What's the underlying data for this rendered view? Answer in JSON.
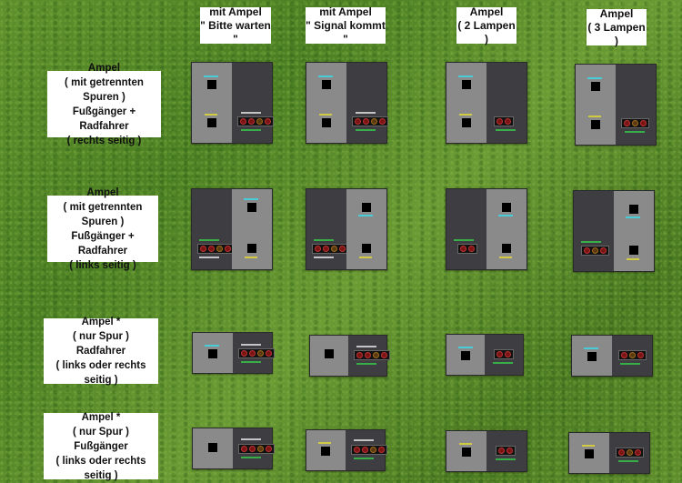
{
  "columns": [
    {
      "line1": "mit Ampel",
      "line2": "\" Bitte warten \""
    },
    {
      "line1": "mit Ampel",
      "line2": "\" Signal kommt \""
    },
    {
      "line1": "Ampel",
      "line2": "( 2 Lampen )"
    },
    {
      "line1": "Ampel",
      "line2": "( 3 Lampen )"
    }
  ],
  "rows": [
    {
      "line1": "Ampel",
      "line2": "( mit getrennten Spuren )",
      "line3": "Fußgänger + Radfahrer",
      "line4": "( rechts seitig )"
    },
    {
      "line1": "Ampel",
      "line2": "( mit getrennten Spuren )",
      "line3": "Fußgänger + Radfahrer",
      "line4": "( links seitig )"
    },
    {
      "line1": "Ampel *",
      "line2": "( nur Spur )",
      "line3": "Radfahrer",
      "line4": "( links oder rechts seitig )"
    },
    {
      "line1": "Ampel *",
      "line2": "( nur Spur )",
      "line3": "Fußgänger",
      "line4": "( links oder rechts seitig )"
    }
  ]
}
